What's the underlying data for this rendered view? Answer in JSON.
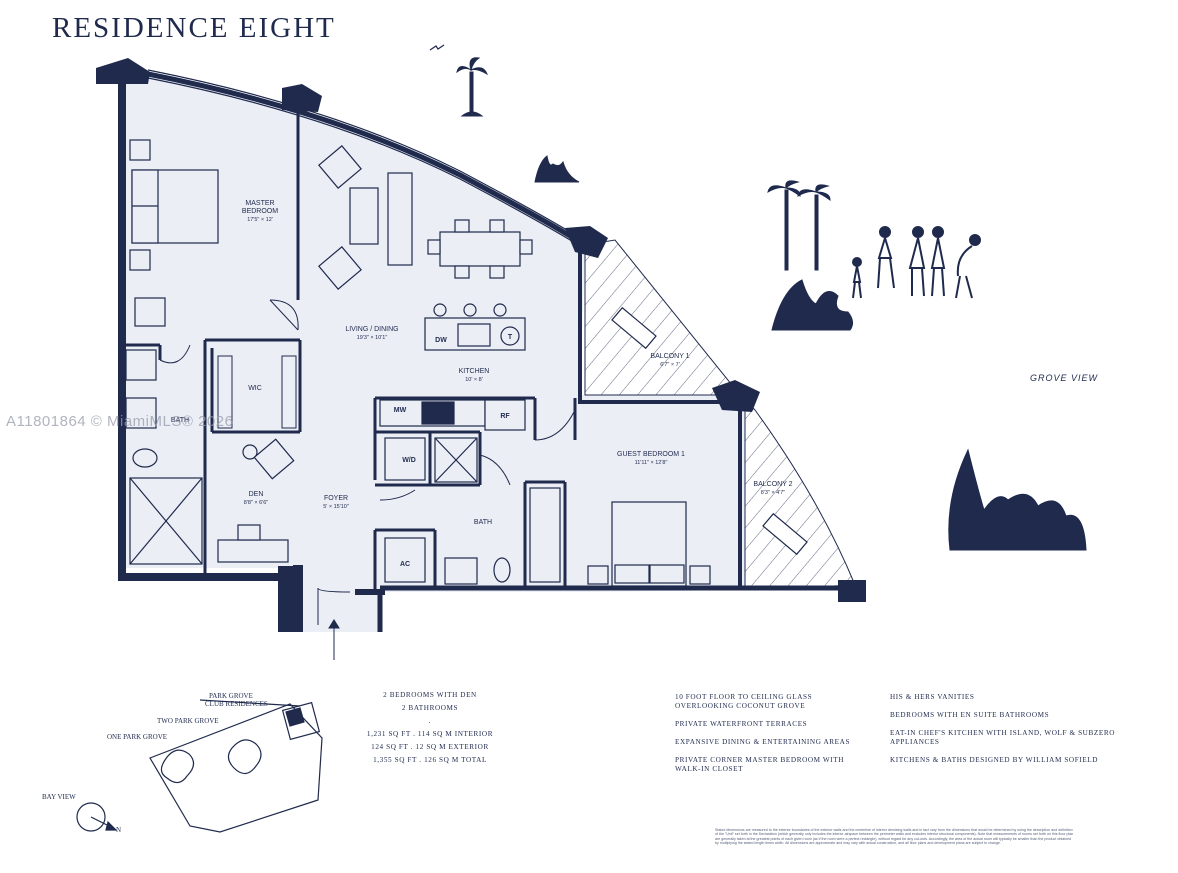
{
  "title": "RESIDENCE EIGHT",
  "watermark": "A11801864 © MiamiMLS® 2026",
  "rooms": {
    "master_bedroom": {
      "name_line1": "MASTER",
      "name_line2": "BEDROOM",
      "dims": "17'5\" × 12'"
    },
    "living": {
      "name": "LIVING / DINING",
      "dims": "19'3\" × 10'1\""
    },
    "kitchen": {
      "name": "KITCHEN",
      "dims": "10' × 8'"
    },
    "balcony1": {
      "name": "BALCONY 1",
      "dims": "6'7\" × 7'"
    },
    "balcony2": {
      "name": "BALCONY 2",
      "dims": "8'3\" × 4'7\""
    },
    "guest_bedroom": {
      "name": "GUEST BEDROOM 1",
      "dims": "11'11\" × 12'8\""
    },
    "wic": {
      "name": "WIC"
    },
    "bath_master": {
      "name": "BATH"
    },
    "den": {
      "name": "DEN",
      "dims": "8'8\" × 6'6\""
    },
    "foyer": {
      "name": "FOYER",
      "dims": "5' × 15'10\""
    },
    "bath2": {
      "name": "BATH"
    }
  },
  "appliances": {
    "dw": "DW",
    "mw": "MW",
    "rf": "RF",
    "wd": "W/D",
    "ac": "AC",
    "t": "T"
  },
  "grove_view": "GROVE VIEW",
  "site_plan": {
    "park_grove_club_line1": "PARK GROVE",
    "park_grove_club_line2": "CLUB RESIDENCES",
    "two_park_grove": "TWO PARK GROVE",
    "one_park_grove": "ONE PARK GROVE",
    "bay_view": "BAY VIEW",
    "north": "N"
  },
  "stats": [
    "2 BEDROOMS WITH DEN",
    "2 BATHROOMS",
    ".",
    "1,231 SQ FT . 114 SQ M INTERIOR",
    "124 SQ FT . 12 SQ M EXTERIOR",
    "1,355 SQ FT . 126 SQ M TOTAL"
  ],
  "features_col1": [
    "10 FOOT FLOOR TO CEILING GLASS OVERLOOKING COCONUT GROVE",
    "PRIVATE WATERFRONT TERRACES",
    "EXPANSIVE DINING & ENTERTAINING AREAS",
    "PRIVATE CORNER MASTER BEDROOM WITH WALK-IN CLOSET"
  ],
  "features_col2": [
    "HIS & HERS VANITIES",
    "BEDROOMS WITH EN SUITE BATHROOMS",
    "EAT-IN CHEF'S KITCHEN WITH ISLAND, WOLF & SUBZERO APPLIANCES",
    "KITCHENS & BATHS DESIGNED BY WILLIAM SOFIELD"
  ],
  "disclaimer": "Stated dimensions are measured to the exterior boundaries of the exterior walls and the centerline of interior demising walls and in fact vary from the dimensions that would be determined by using the description and definition of the \"Unit\" set forth in the Declaration (which generally only includes the interior airspace between the perimeter walls and excludes interior structural components). Note that measurements of rooms set forth on this floor plan are generally taken at the greatest points of each given room (as if the room were a perfect rectangle), without regard for any cut-outs. Accordingly, the area of the actual room will typically be smaller than the product obtained by multiplying the stated length times width. All dimensions are approximate and may vary with actual construction, and all floor plans and development plans are subject to change.",
  "colors": {
    "navy": "#1f2a4d",
    "floor": "#eceef6",
    "white": "#ffffff"
  }
}
